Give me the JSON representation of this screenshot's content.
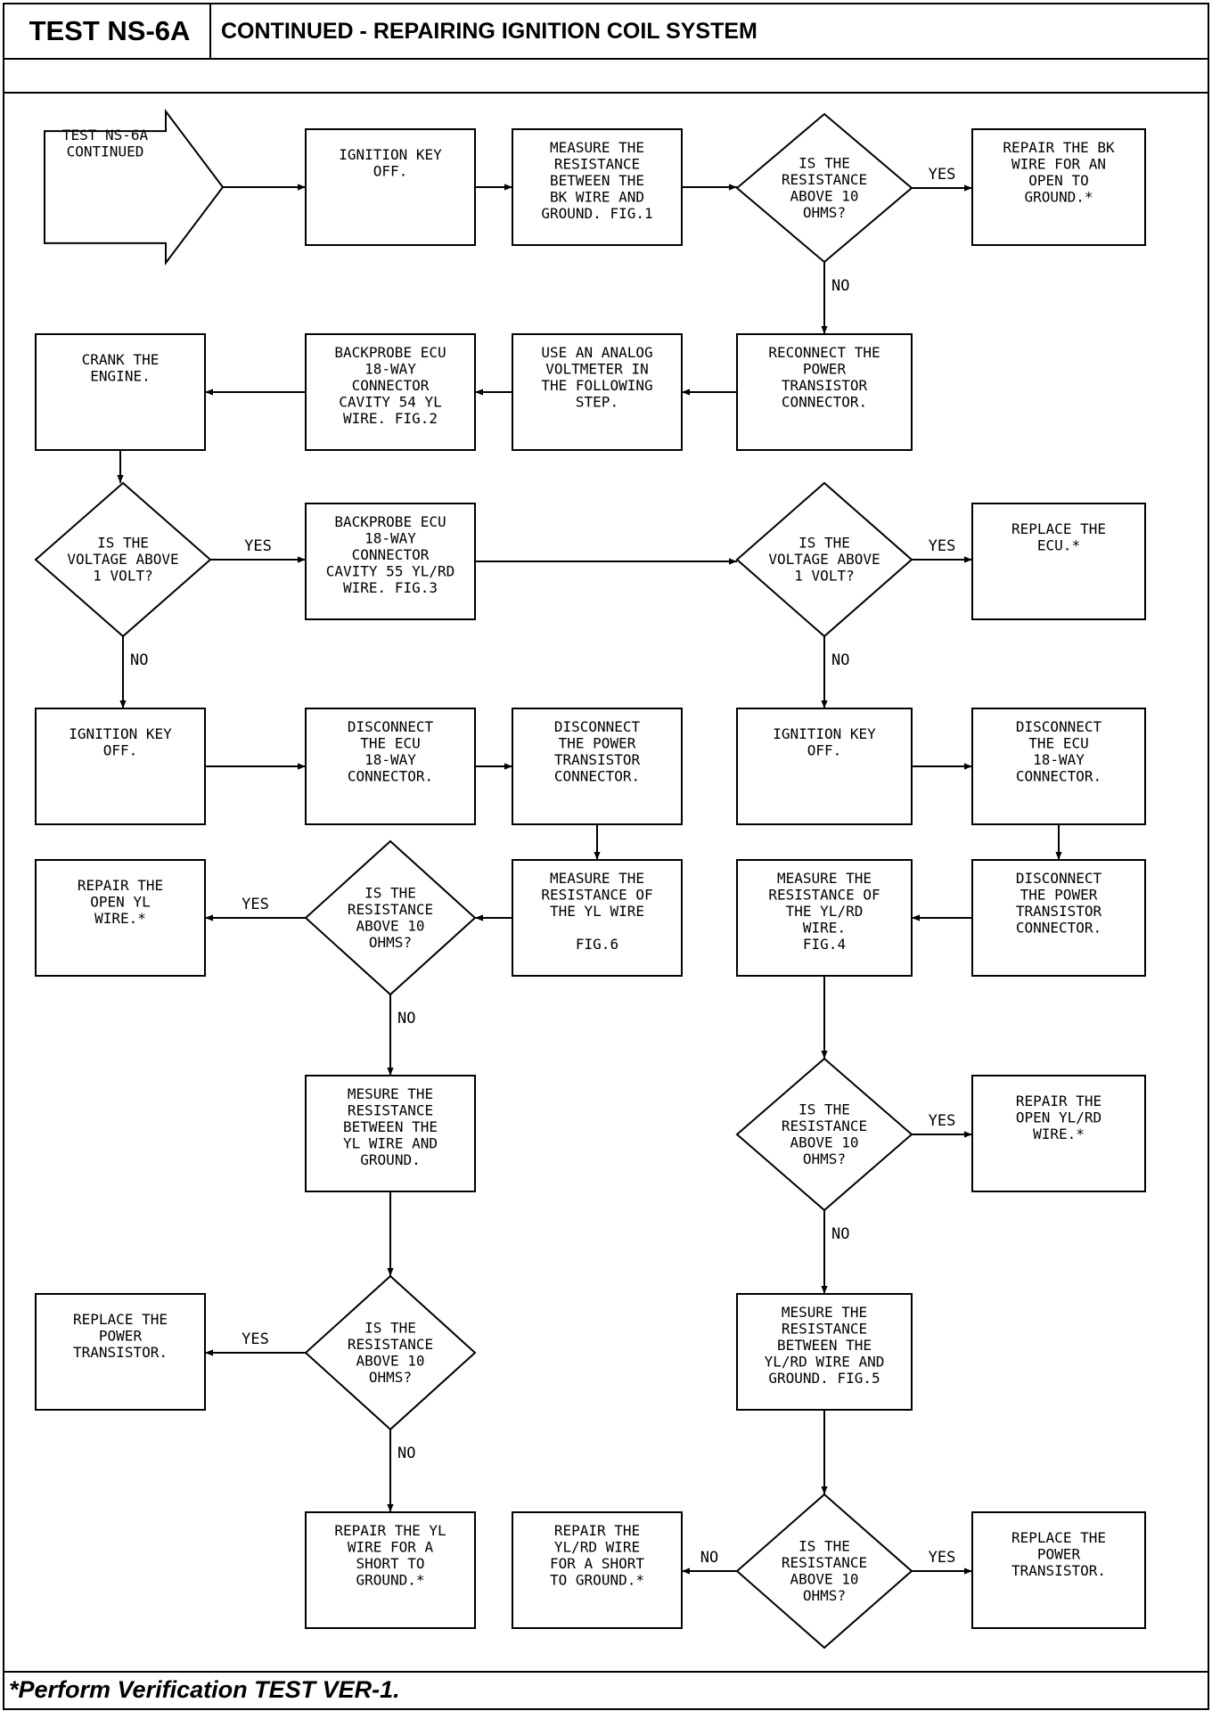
{
  "header": {
    "test_id": "TEST NS-6A",
    "title": "CONTINUED  - REPAIRING IGNITION COIL SYSTEM"
  },
  "footer": {
    "note": "*Perform Verification TEST VER-1."
  },
  "nodes": [
    {
      "id": "start",
      "shape": "arrow",
      "text": [
        "TEST NS-6A",
        "CONTINUED"
      ]
    },
    {
      "id": "key-off-1",
      "shape": "box",
      "text": [
        "IGNITION KEY",
        "OFF."
      ]
    },
    {
      "id": "measure-bk",
      "shape": "box",
      "text": [
        "MEASURE THE",
        "RESISTANCE",
        "BETWEEN THE",
        "BK WIRE AND",
        "GROUND. FIG.1"
      ]
    },
    {
      "id": "dec-bk-res",
      "shape": "diamond",
      "text": [
        "IS THE",
        "RESISTANCE",
        "ABOVE 10",
        "OHMS?"
      ]
    },
    {
      "id": "repair-bk",
      "shape": "box",
      "text": [
        "REPAIR THE BK",
        "WIRE FOR AN",
        "OPEN TO",
        "GROUND.*"
      ]
    },
    {
      "id": "reconnect",
      "shape": "box",
      "text": [
        "RECONNECT THE",
        "POWER",
        "TRANSISTOR",
        "CONNECTOR."
      ]
    },
    {
      "id": "analog",
      "shape": "box",
      "text": [
        "USE AN ANALOG",
        "VOLTMETER IN",
        "THE FOLLOWING",
        "STEP."
      ]
    },
    {
      "id": "backprobe-54",
      "shape": "box",
      "text": [
        "BACKPROBE ECU",
        "18-WAY",
        "CONNECTOR",
        "CAVITY 54 YL",
        "WIRE. FIG.2"
      ]
    },
    {
      "id": "crank",
      "shape": "box",
      "text": [
        "CRANK THE",
        "ENGINE."
      ]
    },
    {
      "id": "dec-volt-1",
      "shape": "diamond",
      "text": [
        "IS THE",
        "VOLTAGE ABOVE",
        "1 VOLT?"
      ]
    },
    {
      "id": "backprobe-55",
      "shape": "box",
      "text": [
        "BACKPROBE ECU",
        "18-WAY",
        "CONNECTOR",
        "CAVITY 55 YL/RD",
        "WIRE. FIG.3"
      ]
    },
    {
      "id": "dec-volt-2",
      "shape": "diamond",
      "text": [
        "IS THE",
        "VOLTAGE ABOVE",
        "1 VOLT?"
      ]
    },
    {
      "id": "replace-ecu",
      "shape": "box",
      "text": [
        "REPLACE THE",
        "ECU.*"
      ]
    },
    {
      "id": "key-off-2",
      "shape": "box",
      "text": [
        "IGNITION KEY",
        "OFF."
      ]
    },
    {
      "id": "disc-ecu-1",
      "shape": "box",
      "text": [
        "DISCONNECT",
        "THE ECU",
        "18-WAY",
        "CONNECTOR."
      ]
    },
    {
      "id": "disc-pt-1",
      "shape": "box",
      "text": [
        "DISCONNECT",
        "THE POWER",
        "TRANSISTOR",
        "CONNECTOR."
      ]
    },
    {
      "id": "key-off-3",
      "shape": "box",
      "text": [
        "IGNITION KEY",
        "OFF."
      ]
    },
    {
      "id": "disc-ecu-2",
      "shape": "box",
      "text": [
        "DISCONNECT",
        "THE ECU",
        "18-WAY",
        "CONNECTOR."
      ]
    },
    {
      "id": "repair-open-yl",
      "shape": "box",
      "text": [
        "REPAIR THE",
        "OPEN YL",
        "WIRE.*"
      ]
    },
    {
      "id": "dec-yl-open",
      "shape": "diamond",
      "text": [
        "IS THE",
        "RESISTANCE",
        "ABOVE 10",
        "OHMS?"
      ]
    },
    {
      "id": "measure-yl",
      "shape": "box",
      "text": [
        "MEASURE THE",
        "RESISTANCE OF",
        "THE YL WIRE",
        "",
        "FIG.6"
      ]
    },
    {
      "id": "measure-ylrd",
      "shape": "box",
      "text": [
        "MEASURE THE",
        "RESISTANCE OF",
        "THE YL/RD",
        "WIRE.",
        "FIG.4"
      ]
    },
    {
      "id": "disc-pt-2",
      "shape": "box",
      "text": [
        "DISCONNECT",
        "THE POWER",
        "TRANSISTOR",
        "CONNECTOR."
      ]
    },
    {
      "id": "mesure-yl-gnd",
      "shape": "box",
      "text": [
        "MESURE THE",
        "RESISTANCE",
        "BETWEEN THE",
        "YL WIRE AND",
        "GROUND."
      ]
    },
    {
      "id": "dec-ylrd-open",
      "shape": "diamond",
      "text": [
        "IS THE",
        "RESISTANCE",
        "ABOVE 10",
        "OHMS?"
      ]
    },
    {
      "id": "repair-open-ylrd",
      "shape": "box",
      "text": [
        "REPAIR THE",
        "OPEN YL/RD",
        "WIRE.*"
      ]
    },
    {
      "id": "replace-pt-1",
      "shape": "box",
      "text": [
        "REPLACE THE",
        "POWER",
        "TRANSISTOR."
      ]
    },
    {
      "id": "dec-yl-short",
      "shape": "diamond",
      "text": [
        "IS THE",
        "RESISTANCE",
        "ABOVE 10",
        "OHMS?"
      ]
    },
    {
      "id": "mesure-ylrd-gnd",
      "shape": "box",
      "text": [
        "MESURE THE",
        "RESISTANCE",
        "BETWEEN THE",
        "YL/RD WIRE AND",
        "GROUND. FIG.5"
      ]
    },
    {
      "id": "repair-yl-short",
      "shape": "box",
      "text": [
        "REPAIR THE YL",
        "WIRE FOR A",
        "SHORT TO",
        "GROUND.*"
      ]
    },
    {
      "id": "repair-ylrd-short",
      "shape": "box",
      "text": [
        "REPAIR THE",
        "YL/RD WIRE",
        "FOR A SHORT",
        "TO GROUND.*"
      ]
    },
    {
      "id": "dec-ylrd-short",
      "shape": "diamond",
      "text": [
        "IS THE",
        "RESISTANCE",
        "ABOVE 10",
        "OHMS?"
      ]
    },
    {
      "id": "replace-pt-2",
      "shape": "box",
      "text": [
        "REPLACE THE",
        "POWER",
        "TRANSISTOR."
      ]
    }
  ],
  "edges": [
    {
      "from": "start",
      "to": "key-off-1",
      "label": ""
    },
    {
      "from": "key-off-1",
      "to": "measure-bk",
      "label": ""
    },
    {
      "from": "measure-bk",
      "to": "dec-bk-res",
      "label": ""
    },
    {
      "from": "dec-bk-res",
      "to": "repair-bk",
      "label": "YES"
    },
    {
      "from": "dec-bk-res",
      "to": "reconnect",
      "label": "NO"
    },
    {
      "from": "reconnect",
      "to": "analog",
      "label": ""
    },
    {
      "from": "analog",
      "to": "backprobe-54",
      "label": ""
    },
    {
      "from": "backprobe-54",
      "to": "crank",
      "label": ""
    },
    {
      "from": "crank",
      "to": "dec-volt-1",
      "label": ""
    },
    {
      "from": "dec-volt-1",
      "to": "backprobe-55",
      "label": "YES"
    },
    {
      "from": "dec-volt-1",
      "to": "key-off-2",
      "label": "NO"
    },
    {
      "from": "backprobe-55",
      "to": "dec-volt-2",
      "label": ""
    },
    {
      "from": "dec-volt-2",
      "to": "replace-ecu",
      "label": "YES"
    },
    {
      "from": "dec-volt-2",
      "to": "key-off-3",
      "label": "NO"
    },
    {
      "from": "key-off-2",
      "to": "disc-ecu-1",
      "label": ""
    },
    {
      "from": "disc-ecu-1",
      "to": "disc-pt-1",
      "label": ""
    },
    {
      "from": "disc-pt-1",
      "to": "measure-yl",
      "label": ""
    },
    {
      "from": "measure-yl",
      "to": "dec-yl-open",
      "label": ""
    },
    {
      "from": "dec-yl-open",
      "to": "repair-open-yl",
      "label": "YES"
    },
    {
      "from": "dec-yl-open",
      "to": "mesure-yl-gnd",
      "label": "NO"
    },
    {
      "from": "key-off-3",
      "to": "disc-ecu-2",
      "label": ""
    },
    {
      "from": "disc-ecu-2",
      "to": "disc-pt-2",
      "label": ""
    },
    {
      "from": "disc-pt-2",
      "to": "measure-ylrd",
      "label": ""
    },
    {
      "from": "measure-ylrd",
      "to": "dec-ylrd-open",
      "label": ""
    },
    {
      "from": "dec-ylrd-open",
      "to": "repair-open-ylrd",
      "label": "YES"
    },
    {
      "from": "dec-ylrd-open",
      "to": "mesure-ylrd-gnd",
      "label": "NO"
    },
    {
      "from": "mesure-yl-gnd",
      "to": "dec-yl-short",
      "label": ""
    },
    {
      "from": "dec-yl-short",
      "to": "replace-pt-1",
      "label": "YES"
    },
    {
      "from": "dec-yl-short",
      "to": "repair-yl-short",
      "label": "NO"
    },
    {
      "from": "mesure-ylrd-gnd",
      "to": "dec-ylrd-short",
      "label": ""
    },
    {
      "from": "dec-ylrd-short",
      "to": "replace-pt-2",
      "label": "YES"
    },
    {
      "from": "dec-ylrd-short",
      "to": "repair-ylrd-short",
      "label": "NO"
    }
  ]
}
